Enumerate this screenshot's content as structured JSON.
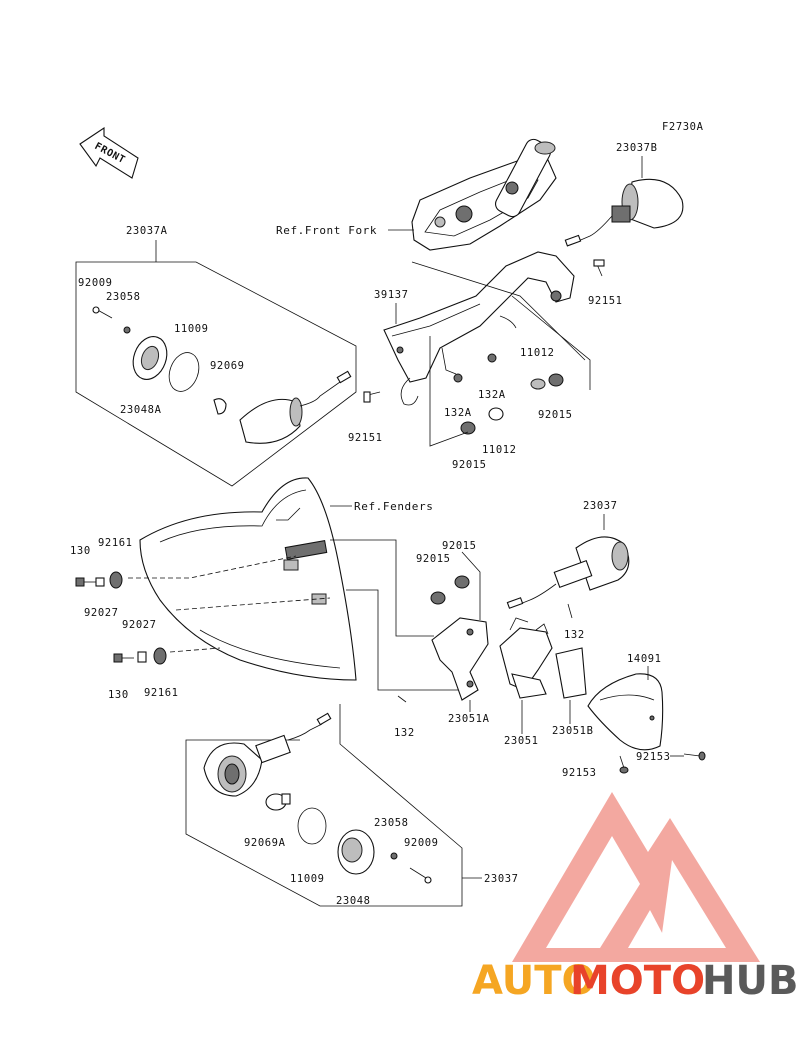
{
  "figure_code": "F2730A",
  "front_arrow": "FRONT",
  "references": {
    "front_fork": "Ref.Front Fork",
    "fenders": "Ref.Fenders"
  },
  "labels": {
    "p23037B": "23037B",
    "p23037A": "23037A",
    "p92009_a": "92009",
    "p23058_a": "23058",
    "p11009_a": "11009",
    "p92069": "92069",
    "p23048A": "23048A",
    "p39137": "39137",
    "p92151_a": "92151",
    "p92151_b": "92151",
    "p11012_a": "11012",
    "p92015_a": "92015",
    "p132A_a": "132A",
    "p132A_b": "132A",
    "p11012_b": "11012",
    "p92015_b": "92015",
    "p23037": "23037",
    "p92015_c": "92015",
    "p92015_d": "92015",
    "p130_a": "130",
    "p92161_a": "92161",
    "p92027_a": "92027",
    "p92027_b": "92027",
    "p130_b": "130",
    "p92161_b": "92161",
    "p132_a": "132",
    "p14091": "14091",
    "p132_b": "132",
    "p23051A": "23051A",
    "p23051": "23051",
    "p23051B": "23051B",
    "p92153_a": "92153",
    "p92153_b": "92153",
    "p92069A": "92069A",
    "p11009_b": "11009",
    "p23058_b": "23058",
    "p92009_b": "92009",
    "p23048": "23048",
    "p23037_b": "23037"
  },
  "watermark": {
    "part1": "AUTO",
    "part2": "MOTO",
    "part3": "HUB",
    "color_orange": "#f5a623",
    "color_red": "#e8432a",
    "color_gray": "#5a5a5a",
    "logo_color": "#f07f70"
  }
}
